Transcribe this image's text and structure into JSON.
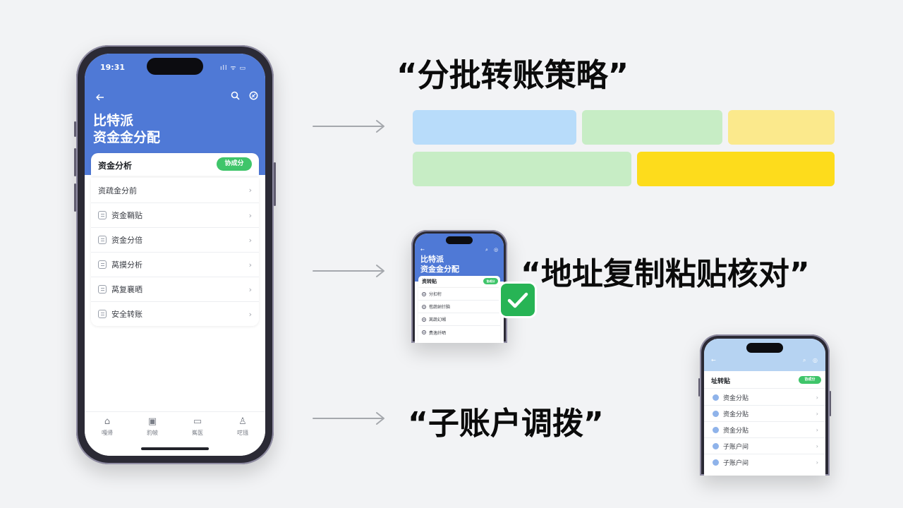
{
  "colors": {
    "header_blue": "#4f79d6",
    "accent_green": "#3fc56a",
    "block_blue": "#b8dcfa",
    "block_green": "#c7edc5",
    "block_yellow_light": "#fbe98c",
    "block_yellow": "#fddc1c"
  },
  "main_phone": {
    "status_time": "19:31",
    "status_icons": "ıll ᯤ ▭",
    "back_icon": "back-icon",
    "app_title_line1": "比特派",
    "app_title_line2": "资金金分配",
    "card_title": "资金分析",
    "card_pill": "协成分",
    "menu": [
      {
        "label": "资疏金分前",
        "icon": ""
      },
      {
        "label": "资金鞘贴",
        "icon": "doc-icon"
      },
      {
        "label": "资金分倍",
        "icon": "doc-icon"
      },
      {
        "label": "莴摸分析",
        "icon": "doc-icon"
      },
      {
        "label": "莴复襄晒",
        "icon": "doc-icon"
      },
      {
        "label": "安全转账",
        "icon": "doc-icon"
      }
    ],
    "tabs": [
      {
        "label": "嘎帰",
        "icon": "home-icon"
      },
      {
        "label": "豹帔",
        "icon": "wallet-icon"
      },
      {
        "label": "嶲医",
        "icon": "folder-icon"
      },
      {
        "label": "呓镪",
        "icon": "user-icon"
      }
    ]
  },
  "headings": {
    "h1": "“分批转账策略”",
    "h2": "“地址复制粘贴核对”",
    "h3": "“子账户调拨”"
  },
  "small_phone_a": {
    "title_line1": "比特派",
    "title_line2": "资金金分配",
    "card_title": "资转贴",
    "pill": "协成分",
    "rows": [
      "分扣桁",
      "苞蔬纳针脑",
      "莴蔬幻缃",
      "费逸纤晒"
    ]
  },
  "small_phone_b": {
    "card_title": "址转贴",
    "pill": "协成分",
    "rows": [
      "资金分贴",
      "资金分贴",
      "资金分贴",
      "子账户间",
      "子账户间"
    ]
  }
}
